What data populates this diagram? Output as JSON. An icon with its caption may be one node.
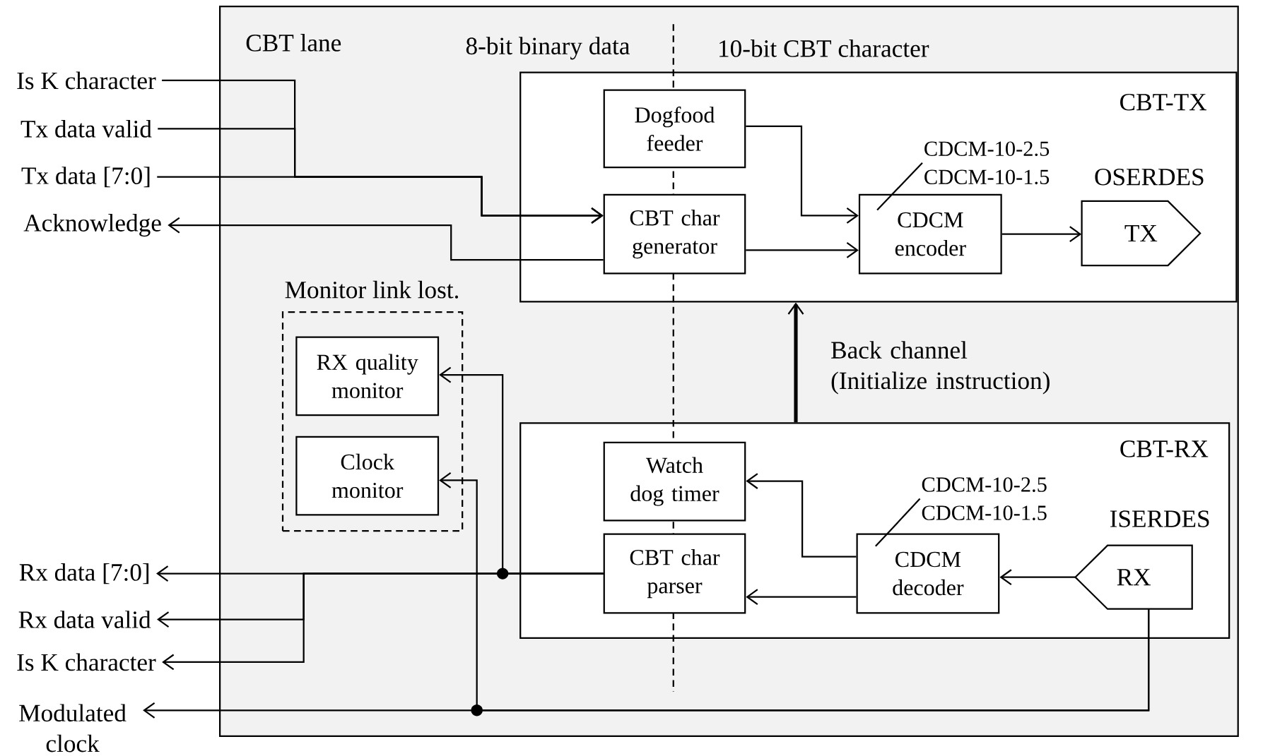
{
  "diagram": {
    "nodes": [
      {
        "text": [
          "CBT lane"
        ]
      },
      {
        "text": [
          "CBT-TX"
        ],
        "in": 0
      },
      {
        "text": [
          "Dogfood feeder"
        ],
        "in": 1
      },
      {
        "text": [
          "CBT char generator"
        ],
        "in": 1
      },
      {
        "text": [
          "CDCM encoder"
        ],
        "in": 1
      },
      {
        "text": [
          "CDCM-10-2.5",
          "CDCM-10-1.5"
        ],
        "in": 1
      },
      {
        "text": [
          "OSERDES",
          "TX"
        ],
        "in": 1
      },
      {
        "text": [
          "Monitor link lost."
        ],
        "in": 0
      },
      {
        "text": [
          "RX quality monitor"
        ],
        "in": 7
      },
      {
        "text": [
          "Clock monitor"
        ],
        "in": 7
      },
      {
        "text": [
          "CBT-RX"
        ],
        "in": 0
      },
      {
        "text": [
          "Watch dog timer"
        ],
        "in": 10
      },
      {
        "text": [
          "CBT char parser"
        ],
        "in": 10
      },
      {
        "text": [
          "CDCM decoder"
        ],
        "in": 10
      },
      {
        "text": [
          "CDCM-10-2.5",
          "CDCM-10-1.5"
        ],
        "in": 10
      },
      {
        "text": [
          "ISERDES",
          "RX"
        ],
        "in": 10
      },
      {
        "text": [
          "Is K character"
        ]
      },
      {
        "text": [
          "Tx data valid"
        ]
      },
      {
        "text": [
          "Tx data [7:0]"
        ]
      },
      {
        "text": [
          "Acknowledge"
        ]
      },
      {
        "text": [
          "Rx data [7:0]"
        ]
      },
      {
        "text": [
          "Rx data valid"
        ]
      },
      {
        "text": [
          "Is K character"
        ]
      },
      {
        "text": [
          "Modulated clock"
        ]
      }
    ],
    "edges": [
      {
        "from": 16,
        "to": 3,
        "arrow": "to"
      },
      {
        "from": 17,
        "to": 3,
        "arrow": "to"
      },
      {
        "from": 18,
        "to": 3,
        "arrow": "to"
      },
      {
        "from": 3,
        "to": 19,
        "arrow": "to"
      },
      {
        "from": 2,
        "to": 4,
        "arrow": "to"
      },
      {
        "from": 3,
        "to": 4,
        "arrow": "to"
      },
      {
        "from": 5,
        "to": 4,
        "arrow": "none"
      },
      {
        "from": 4,
        "to": 6,
        "arrow": "to"
      },
      {
        "from": 10,
        "to": 1,
        "arrow": "to",
        "style": "thick",
        "label": "Back channel (Initialize instruction)"
      },
      {
        "from": 15,
        "to": 13,
        "arrow": "to"
      },
      {
        "from": 13,
        "to": 11,
        "arrow": "to"
      },
      {
        "from": 13,
        "to": 12,
        "arrow": "to"
      },
      {
        "from": 14,
        "to": 13,
        "arrow": "none"
      },
      {
        "from": 12,
        "to": 20,
        "arrow": "to"
      },
      {
        "from": 12,
        "to": 21,
        "arrow": "to"
      },
      {
        "from": 12,
        "to": 22,
        "arrow": "to"
      },
      {
        "from": 12,
        "to": 8,
        "arrow": "to"
      },
      {
        "from": 15,
        "to": 23,
        "arrow": "to"
      },
      {
        "from": 15,
        "to": 9,
        "arrow": "to"
      }
    ],
    "labels": [
      "8-bit binary data",
      "10-bit CBT character"
    ]
  }
}
